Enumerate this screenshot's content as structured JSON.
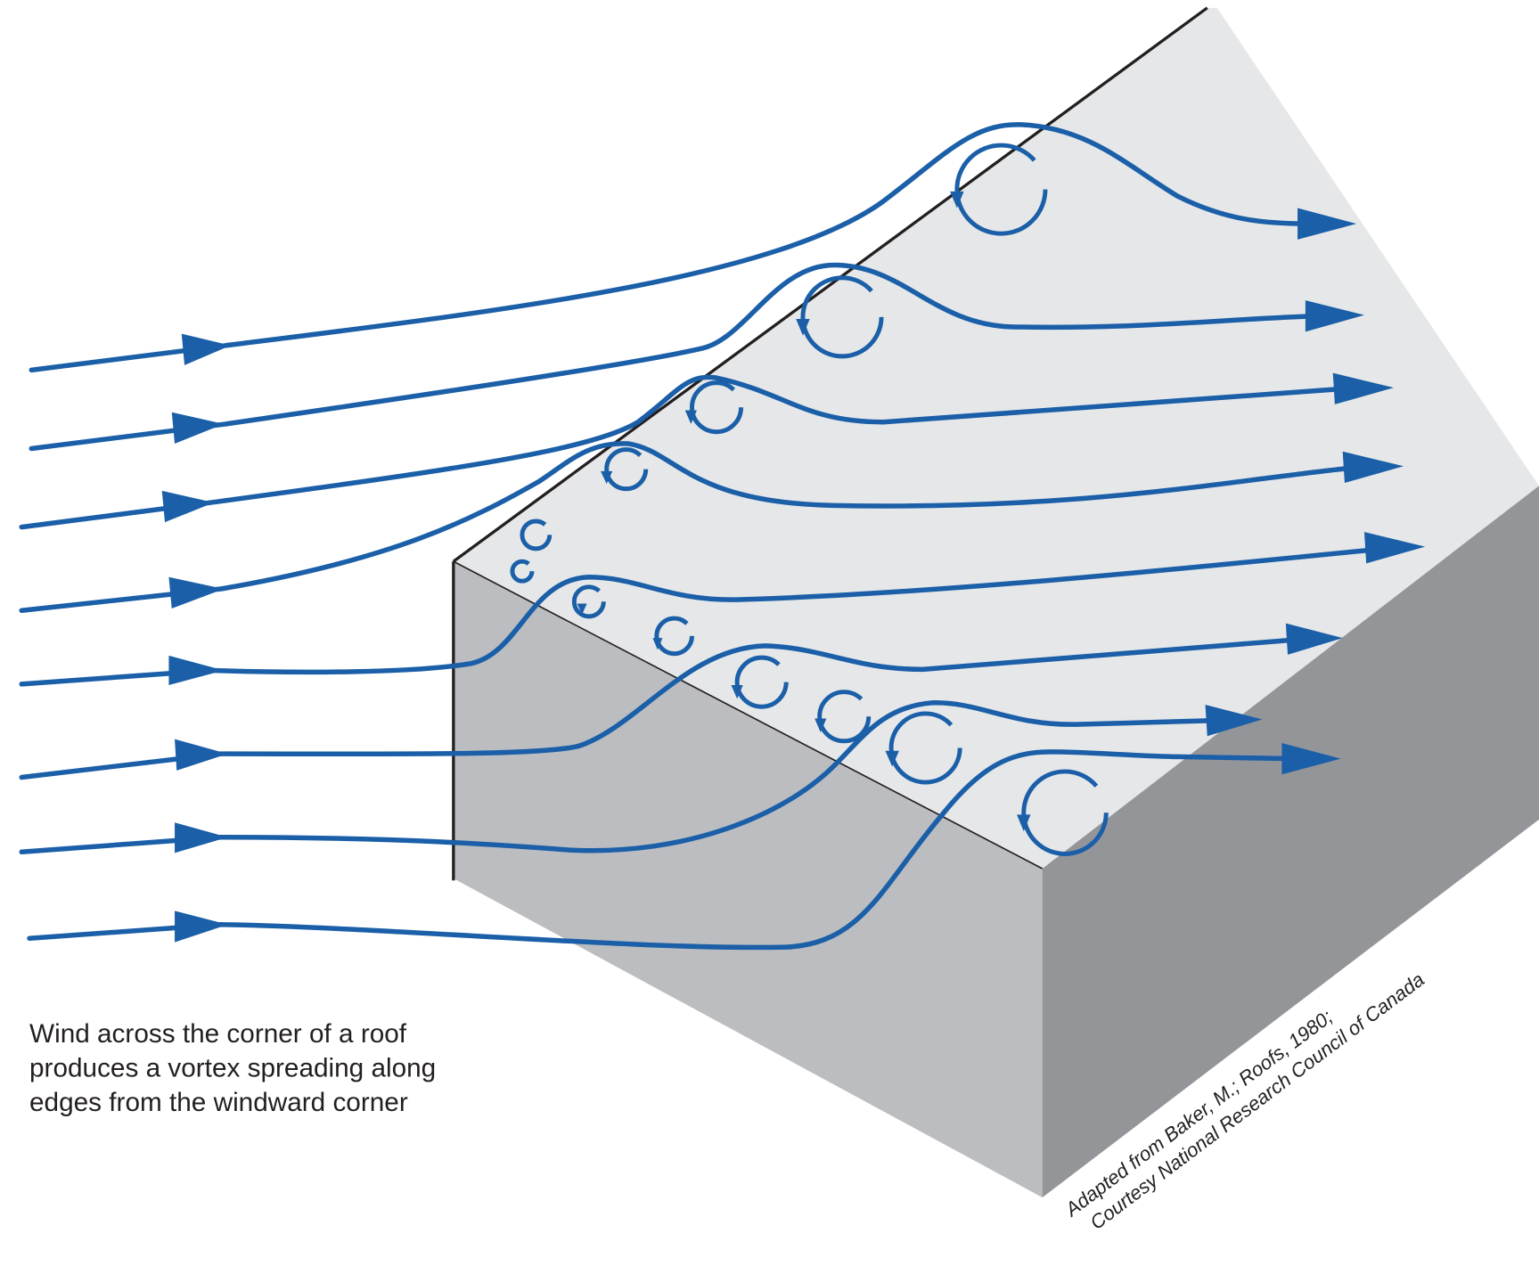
{
  "caption": {
    "lines": [
      "Wind across the corner of a roof",
      "produces a vortex spreading along",
      "edges from the windward corner"
    ]
  },
  "credit": {
    "lines": [
      "Adapted from Baker, M.; Roofs, 1980;",
      "Courtesy National Research Council of Canada"
    ]
  },
  "colors": {
    "flow": "#1a5fa8",
    "roof_top": "#e6e7e8",
    "front_face": "#bcbdc0",
    "side_face": "#949599",
    "edge": "#231f20"
  }
}
